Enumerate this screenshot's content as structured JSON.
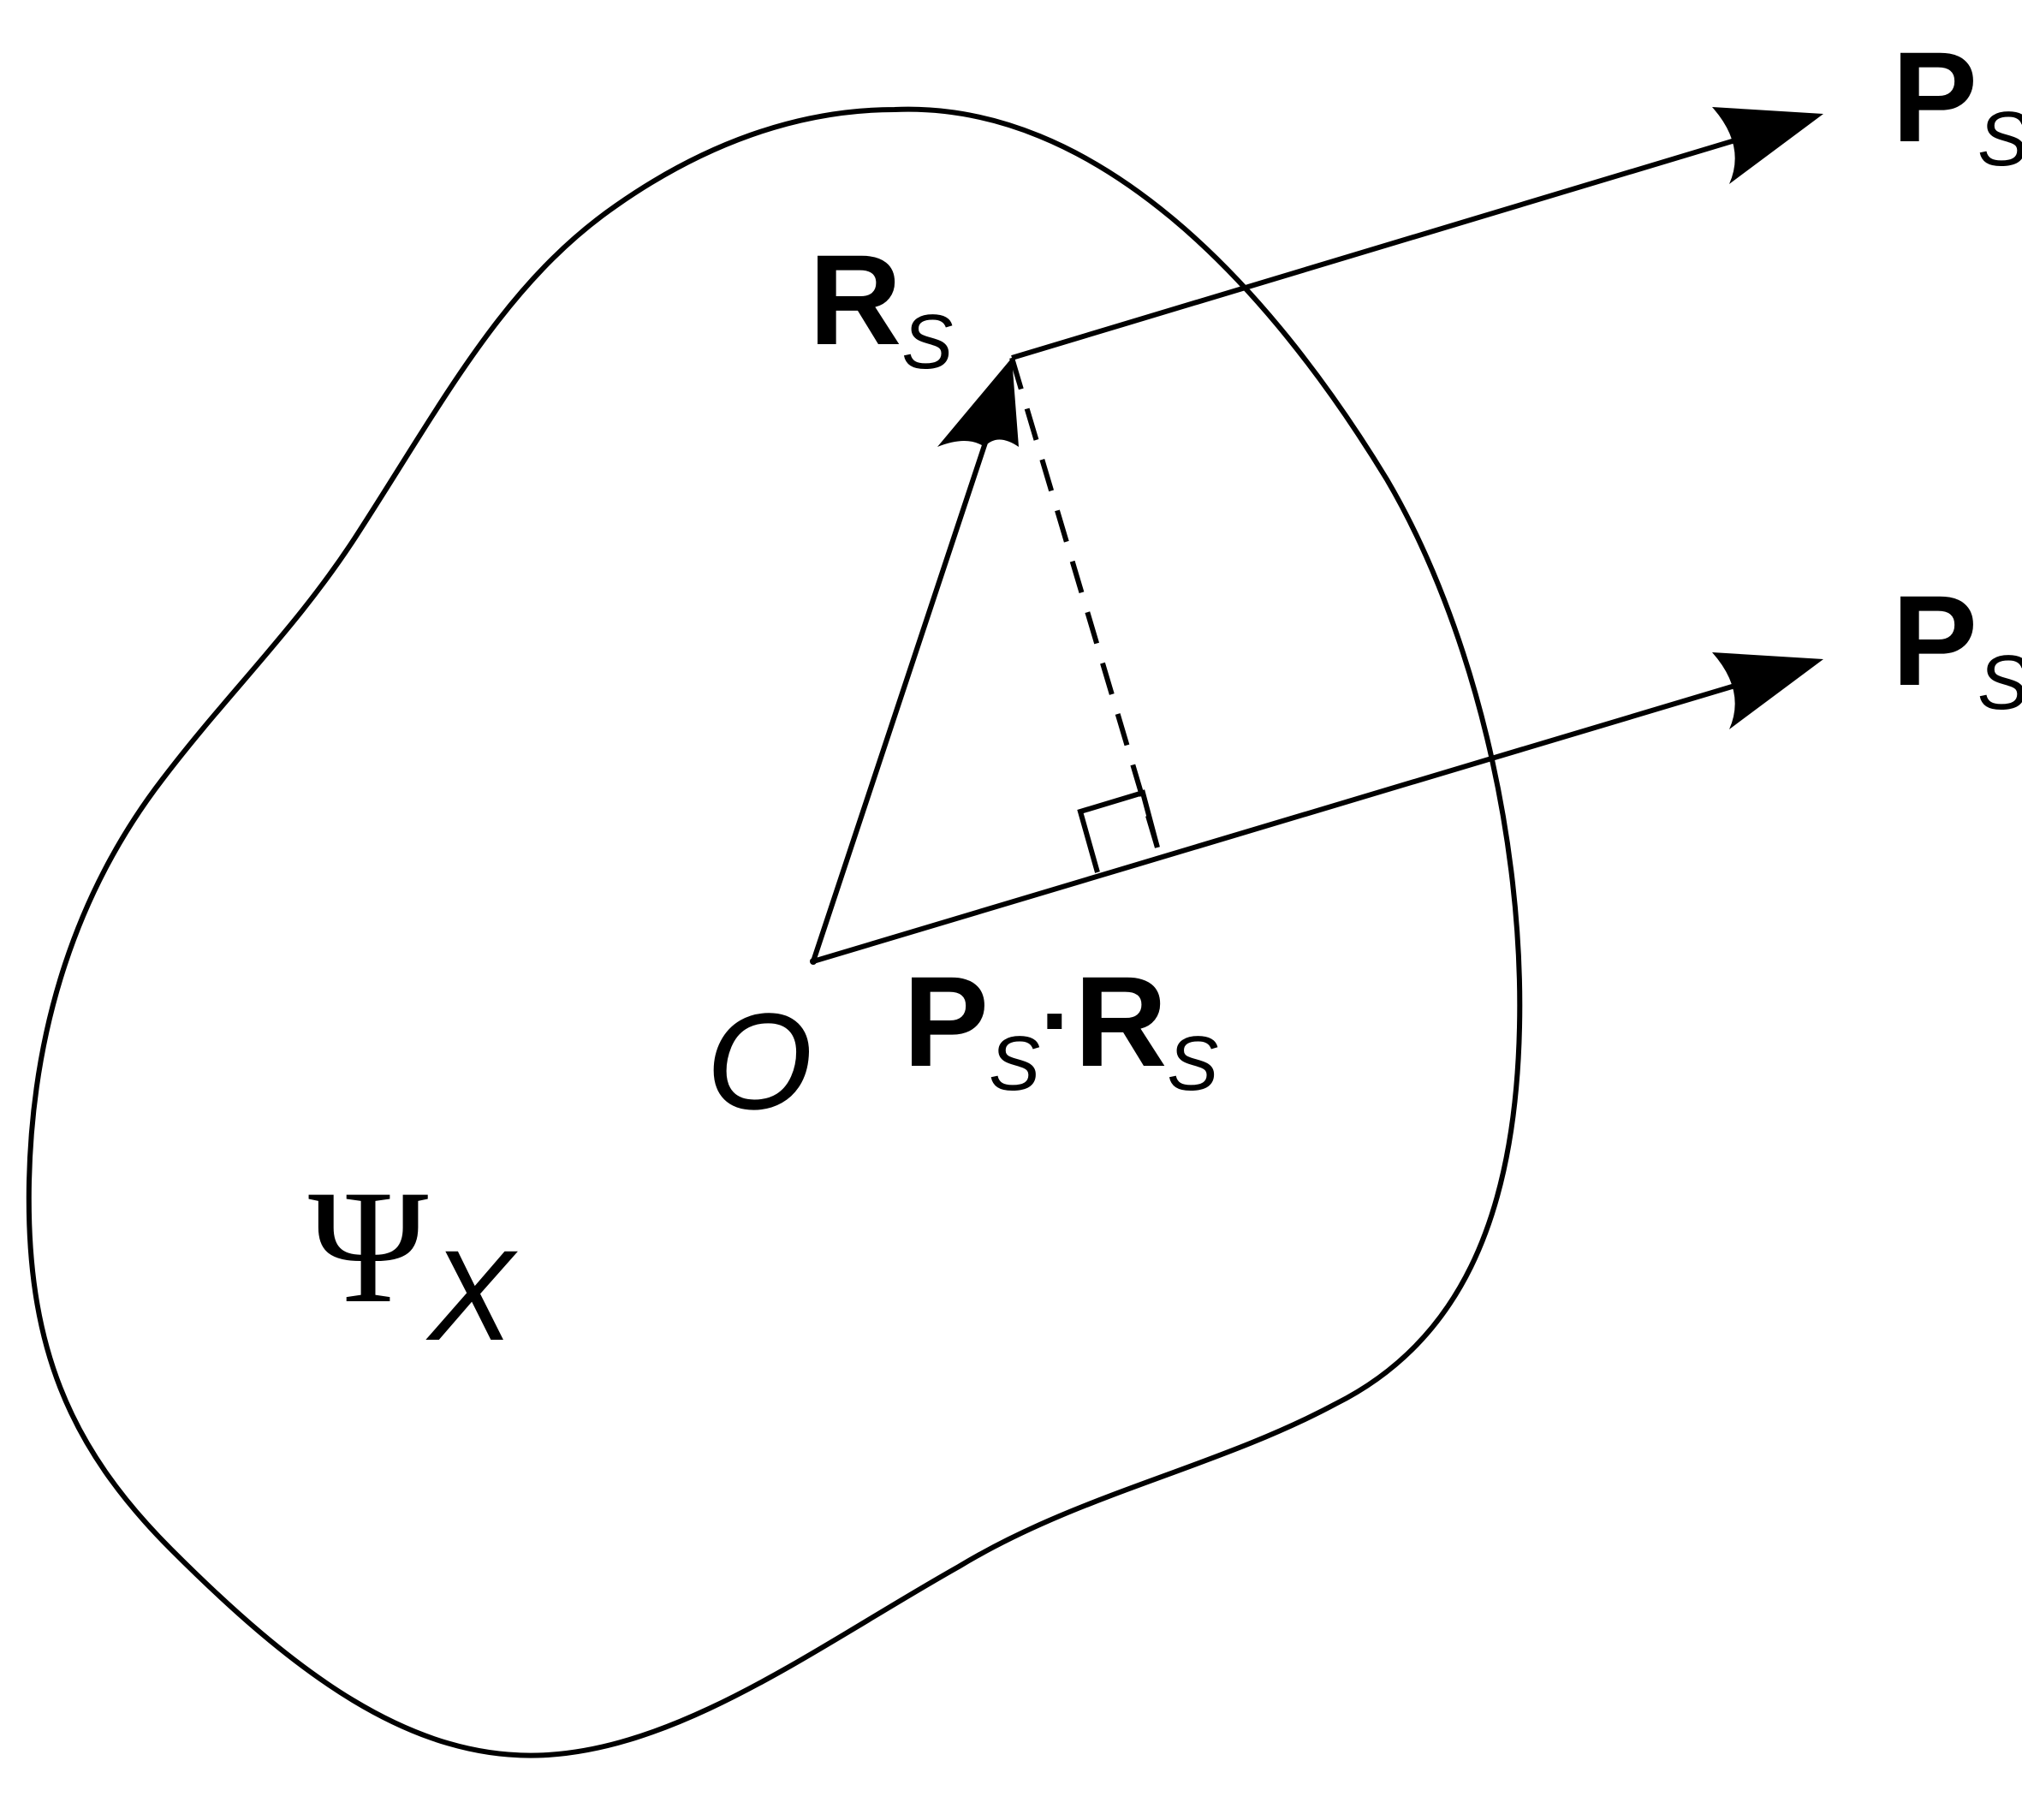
{
  "diagram": {
    "colors": {
      "ink": "#000000",
      "background": "#ffffff"
    },
    "labels": {
      "p_upper": {
        "main": "P",
        "sub": "S"
      },
      "p_lower": {
        "main": "P",
        "sub": "S"
      },
      "r": {
        "main": "R",
        "sub": "S"
      },
      "origin": "O",
      "dot_product": {
        "p_main": "P",
        "p_sub": "S",
        "dot": "·",
        "r_main": "R",
        "r_sub": "S"
      },
      "region": {
        "main": "Ψ",
        "sub": "X"
      }
    }
  }
}
